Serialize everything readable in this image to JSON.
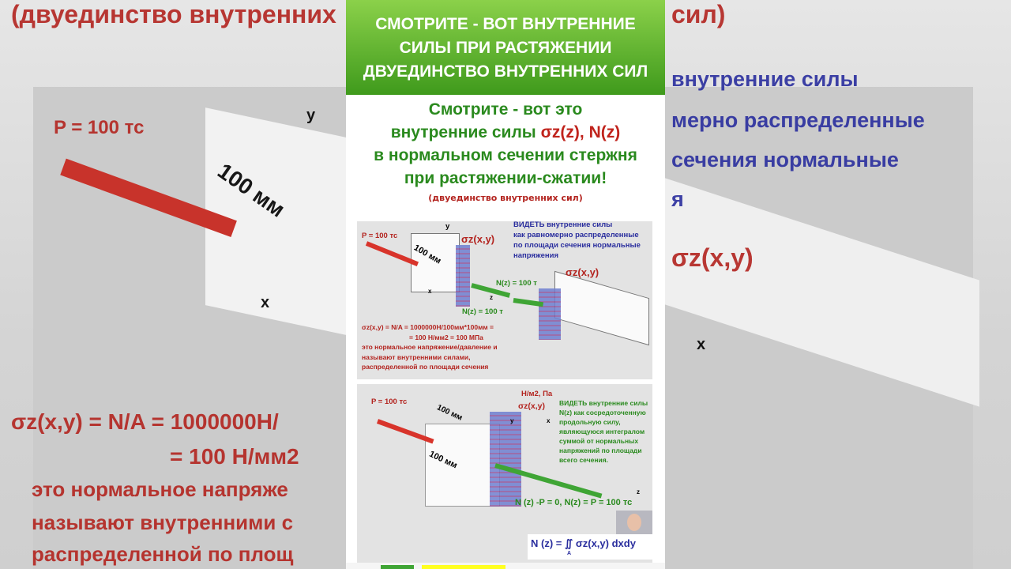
{
  "background": {
    "top_left": "(двуединство внутренних",
    "top_right": "сил)",
    "p_label": "P = 100 тс",
    "y_axis": "y",
    "dim": "100 мм",
    "x_axis": "x",
    "formula1": "σz(x,y) = N/A = 1000000Н/",
    "formula2": "= 100 Н/мм2",
    "line1": "это нормальное напряже",
    "line2": "называют внутренними с",
    "line3": "распределенной по площ",
    "right1": "внутренние силы",
    "right2": "мерно распределенные",
    "right3": "сечения нормальные",
    "right4": "я",
    "right_sigma": "σz(x,y)",
    "right_x": "x"
  },
  "banner": {
    "line1": "СМОТРИТЕ - ВОТ ВНУТРЕННИЕ",
    "line2": "СИЛЫ ПРИ РАСТЯЖЕНИИ",
    "line3": "ДВУЕДИНСТВО ВНУТРЕННИХ СИЛ"
  },
  "heading": {
    "line1": "Смотрите - вот это",
    "line2a": "внутренние силы ",
    "sigma": "σz(z), N(z)",
    "line3": "в нормальном сечении стержня",
    "line4": "при растяжении-сжатии!",
    "sub": "(двуединство внутренних сил)"
  },
  "panel1": {
    "p": "P = 100 тс",
    "y": "y",
    "dim": "100 мм",
    "sigma1": "σz(x,y)",
    "sigma2": "σz(x,y)",
    "n1": "N(z) = 100 т",
    "n2": "N(z) = 100 т",
    "x": "x",
    "z": "z",
    "blue": [
      "ВИДЕТЬ внутренние силы",
      "как равномерно распределенные",
      "по площади сечения нормальные",
      "напряжения"
    ],
    "red": [
      "σz(x,y) = N/A = 1000000Н/100мм*100мм =",
      "= 100 Н/мм2 = 100 МПа",
      "это нормальное напряжение/давление и",
      "называют внутренними силами,",
      "распределенной по площади сечения"
    ]
  },
  "panel2": {
    "p": "P = 100 тс",
    "dim_top": "100 мм",
    "dim": "100 мм",
    "units": "Н/м2, Па",
    "sigma": "σz(x,y)",
    "y": "y",
    "x": "x",
    "z": "z",
    "green": [
      "ВИДЕТЬ внутренние силы",
      "N(z) как сосредоточенную",
      "продольную силу,",
      "являющуюся интегралом",
      "суммой от нормальных",
      "напряжений по площади",
      " всего сечения."
    ],
    "eq": "N (z) -P = 0,   N(z) = P = 100 тс",
    "formula": "N (z) = ∬ σz(x,y) dxdy",
    "formula_sub": "A"
  }
}
